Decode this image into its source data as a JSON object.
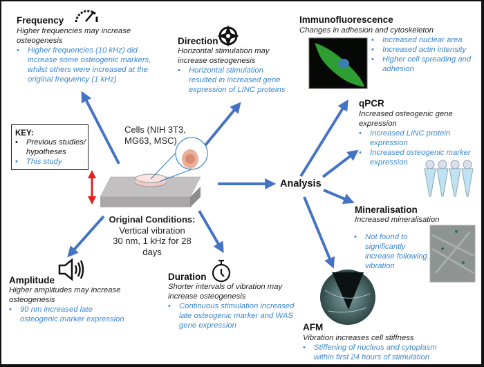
{
  "colors": {
    "arrow": "#4472c4",
    "blue_text": "#3a87d0",
    "red_arrow": "#e8201c",
    "platform": "#b4b2b2"
  },
  "frequency": {
    "title": "Frequency",
    "icon": "gauge-icon",
    "hypothesis": [
      "Higher frequencies may increase",
      "osteogenesis"
    ],
    "findings": [
      [
        "Higher frequencies (10 kHz) did",
        "increase some osteogenic markers,",
        "whilst others were increased at the",
        "original frequency (1 kHz)"
      ]
    ]
  },
  "direction": {
    "title": "Direction",
    "icon": "compass-icon",
    "hypothesis": [
      "Horizontal stimulation may",
      "increase osteogenesis"
    ],
    "findings": [
      [
        "Horizontal stimulation",
        "resulted in increased gene",
        "expression of LINC proteins"
      ]
    ]
  },
  "key": {
    "title": "KEY:",
    "items": [
      [
        "Previous studies/",
        "hypotheses"
      ],
      [
        "This study"
      ]
    ]
  },
  "cells": [
    "Cells (NIH 3T3,",
    "MG63, MSC)"
  ],
  "original": {
    "title": "Original Conditions:",
    "lines": [
      "Vertical vibration",
      "30 nm, 1 kHz for 28",
      "days"
    ]
  },
  "amplitude": {
    "title": "Amplitude",
    "icon": "speaker-icon",
    "hypothesis": [
      "Higher amplitudes may increase",
      "osteogenesis"
    ],
    "findings": [
      [
        "90 nm increased late",
        "osteogenic marker expression"
      ]
    ]
  },
  "duration": {
    "title": "Duration",
    "icon": "stopwatch-icon",
    "hypothesis": [
      "Shorter intervals of vibration may",
      "increase osteogenesis"
    ],
    "findings": [
      [
        "Continuous stimulation increased",
        "late osteogenic marker and WAS",
        "gene expression"
      ]
    ]
  },
  "analysis": "Analysis",
  "immuno": {
    "title": "Immunofluorescence",
    "hypothesis": [
      "Changes in adhesion and cytoskeleton"
    ],
    "findings": [
      [
        "Increased nuclear area"
      ],
      [
        "Increased actin intensity"
      ],
      [
        "Higher cell spreading and",
        "adhesion"
      ]
    ]
  },
  "qpcr": {
    "title": "qPCR",
    "hypothesis": [
      "Increased osteogenic gene",
      "expression"
    ],
    "findings": [
      [
        "Increased LINC protein",
        "expression"
      ],
      [
        "Increased osteogenic marker",
        "expression"
      ]
    ]
  },
  "mineral": {
    "title": "Mineralisation",
    "hypothesis": [
      "Increased mineralisation"
    ],
    "findings": [
      [
        "Not found to",
        "significantly",
        "increase following",
        "vibration"
      ]
    ]
  },
  "afm": {
    "title": "AFM",
    "hypothesis": [
      "Vibration increases cell stiffness"
    ],
    "findings": [
      [
        "Stiffening of nucleus and cytoplasm",
        "within first 24 hours of stimulation"
      ]
    ]
  }
}
